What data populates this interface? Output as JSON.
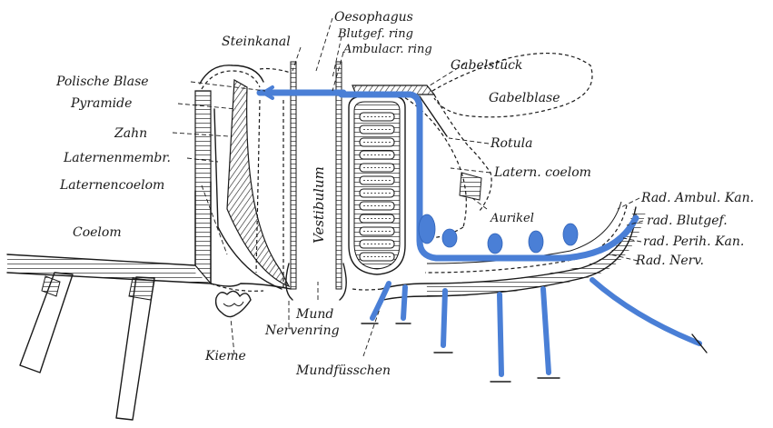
{
  "diagram": {
    "colors": {
      "ink": "#1a1a1a",
      "water_vascular": "#4a7fd6",
      "background": "#ffffff"
    },
    "labels": {
      "oesophagus": "Oesophagus",
      "blutgef_ring": "Blutgef. ring",
      "ambulacr_ring": "Ambulacr. ring",
      "steinkanal": "Steinkanal",
      "gabelstueck": "Gabelstück",
      "gabelblase": "Gabelblase",
      "polische_blase": "Polische Blase",
      "pyramide": "Pyramide",
      "zahn": "Zahn",
      "laternenmembr": "Laternenmembr.",
      "laternencoelom": "Laternencoelom",
      "coelom": "Coelom",
      "vestibulum": "Vestibulum",
      "rotula": "Rotula",
      "latern_coelom": "Latern. coelom",
      "aurikel": "Aurikel",
      "rad_ambul_kan": "Rad. Ambul. Kan.",
      "rad_blutgef": "rad. Blutgef.",
      "rad_perih_kan": "rad. Perih. Kan.",
      "rad_nerv": "Rad. Nerv.",
      "mund": "Mund",
      "nervenring": "Nervenring",
      "kieme": "Kieme",
      "mundfuesschen": "Mundfüsschen"
    }
  }
}
